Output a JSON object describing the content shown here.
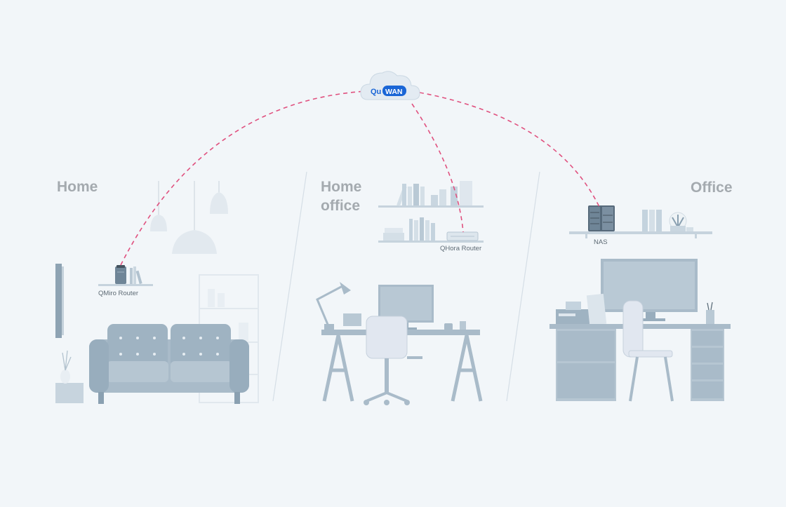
{
  "zones": {
    "home": "Home",
    "home_office": "Home\noffice",
    "office": "Office"
  },
  "cloud": {
    "logo_prefix": "Qu",
    "logo_highlight": "WAN"
  },
  "devices": {
    "qmiro": "QMiro Router",
    "qhora": "QHora Router",
    "nas": "NAS"
  },
  "colors": {
    "background": "#f2f6f9",
    "link": "#e0517f",
    "furniture": "#a9bbc9",
    "furniture_dark": "#8aa0b1",
    "furniture_light": "#dbe4eb",
    "zone_title": "#a4aaaf",
    "logo_blue": "#1a66d6"
  }
}
